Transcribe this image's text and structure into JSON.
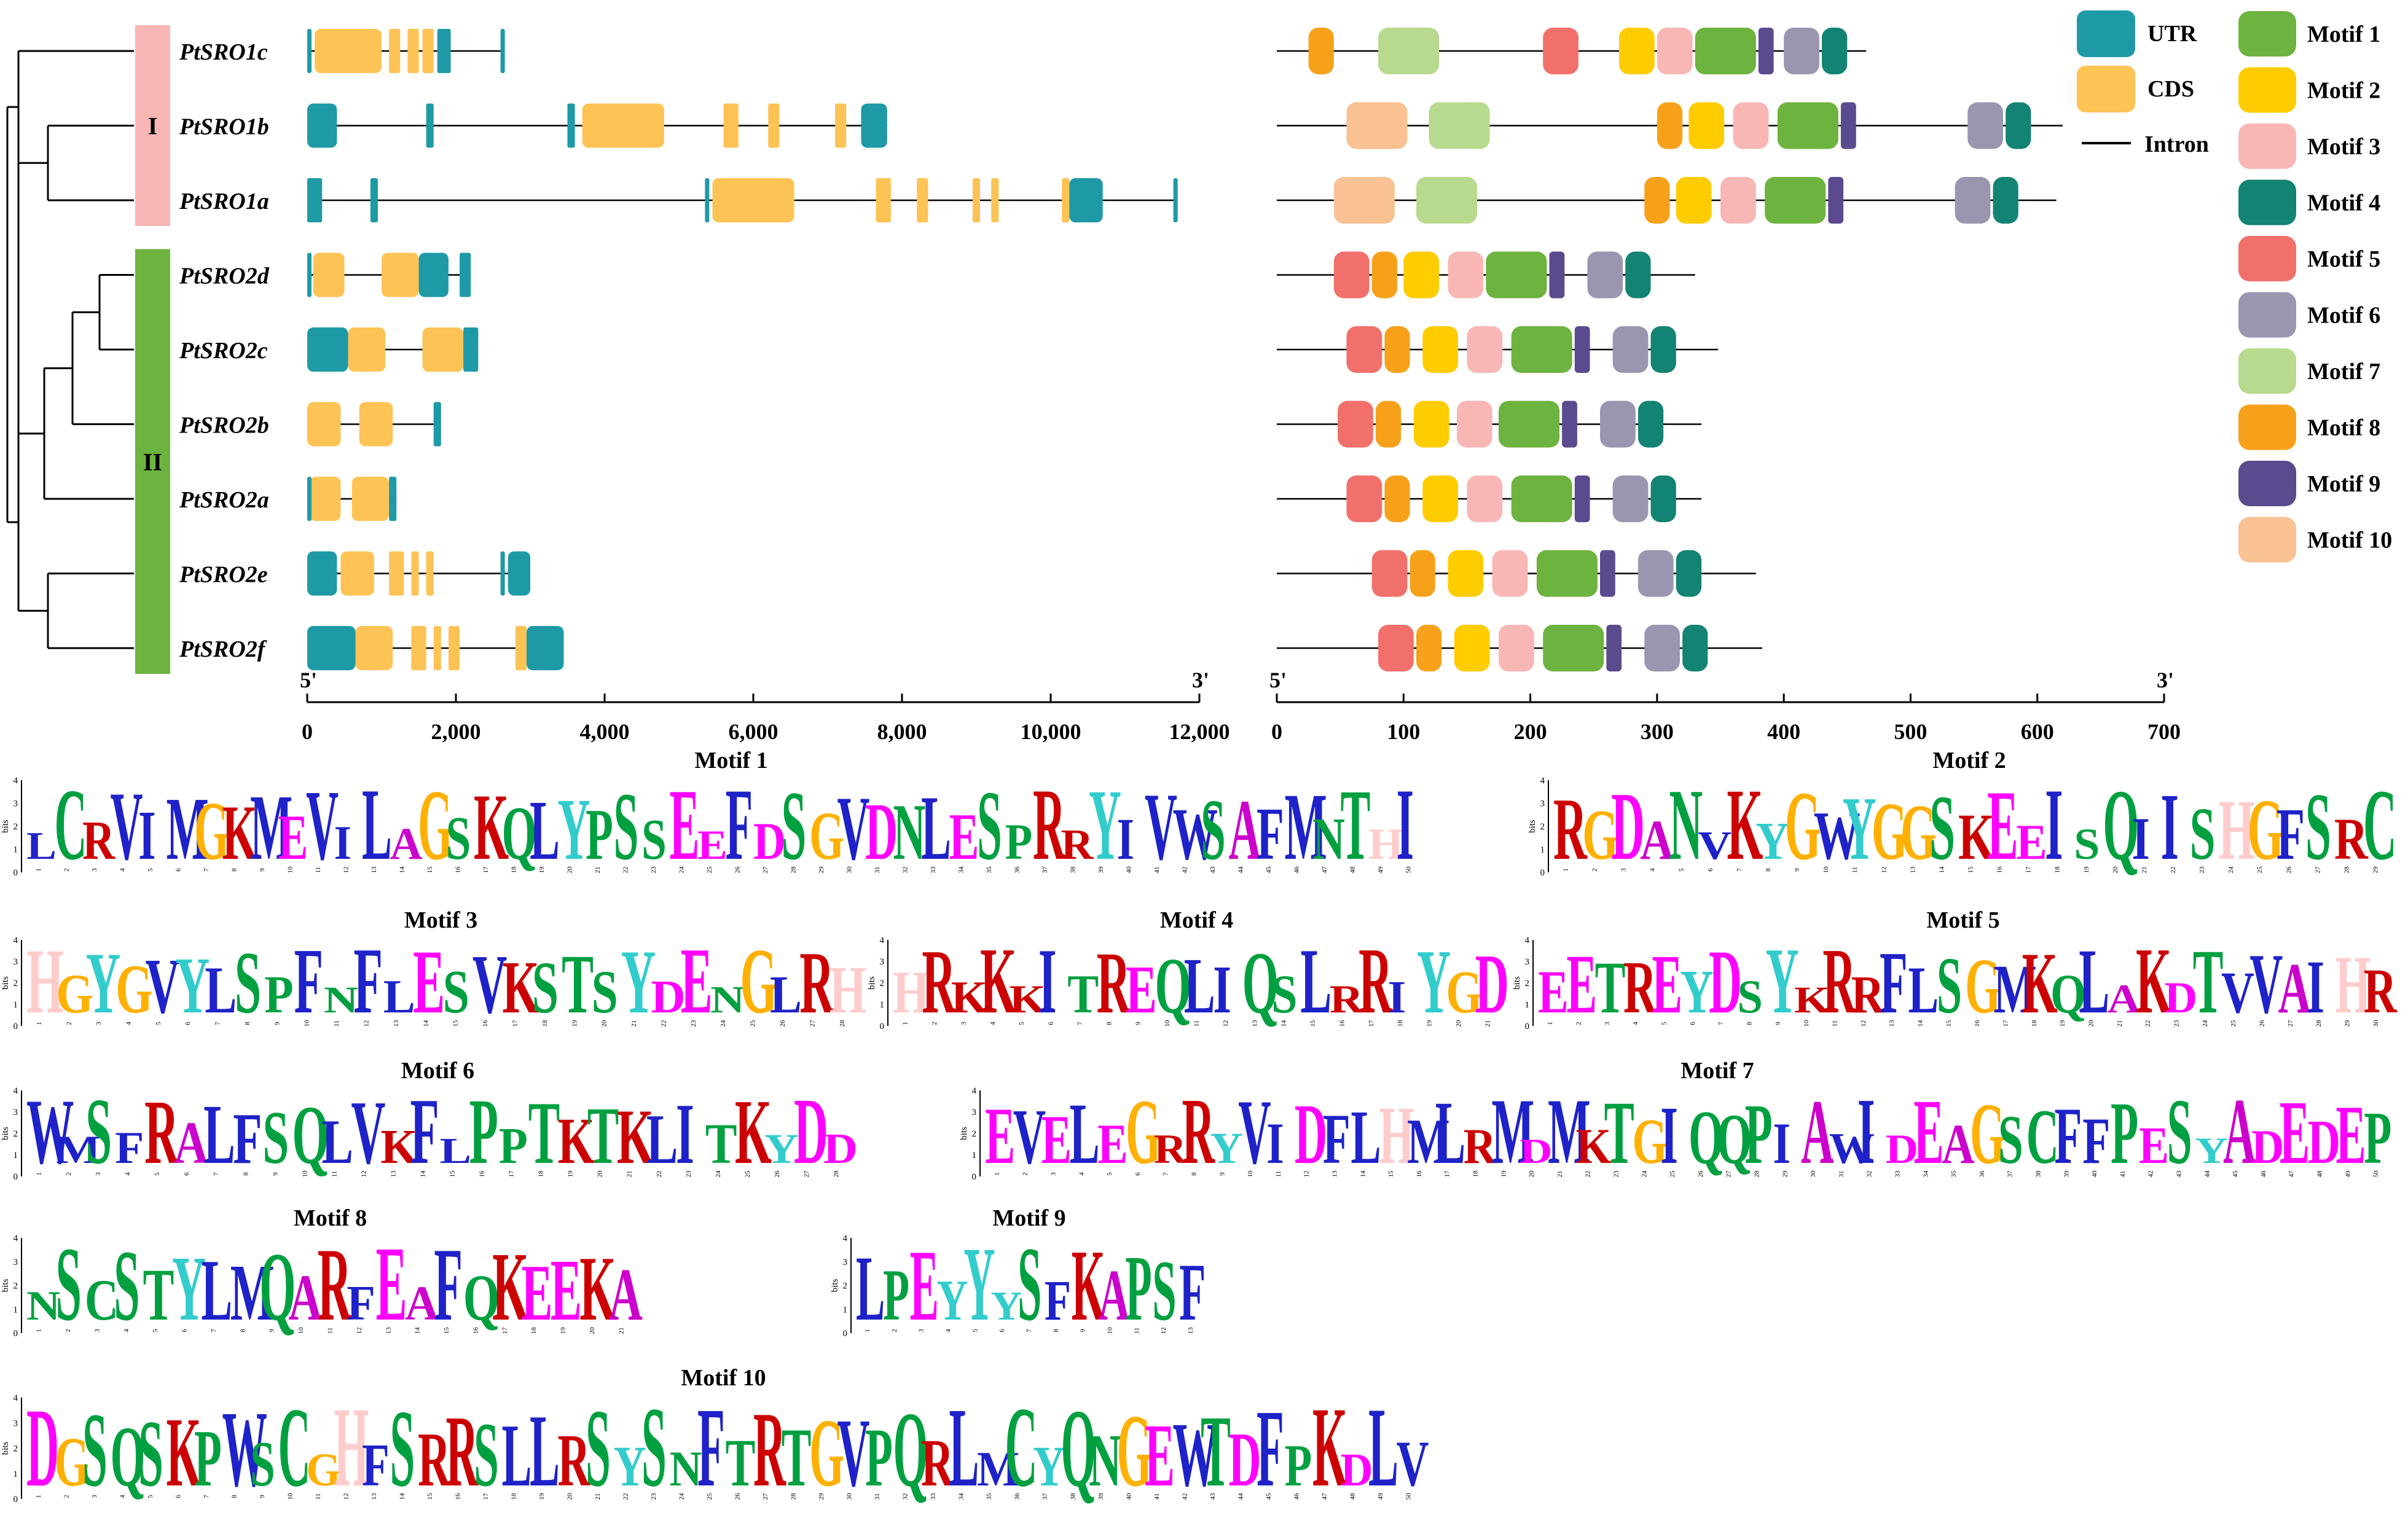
{
  "genes": [
    "PtSRO1c",
    "PtSRO1b",
    "PtSRO1a",
    "PtSRO2d",
    "PtSRO2c",
    "PtSRO2b",
    "PtSRO2a",
    "PtSRO2e",
    "PtSRO2f"
  ],
  "groups": [
    {
      "label": "I",
      "color": "#F8B7B5",
      "first": 0,
      "last": 2
    },
    {
      "label": "II",
      "color": "#6DB33F",
      "first": 3,
      "last": 8
    }
  ],
  "gene_structure": {
    "axis": {
      "left": "5'",
      "right": "3'",
      "ticks": [
        0,
        2000,
        4000,
        6000,
        8000,
        10000,
        12000
      ],
      "tick_labels": [
        "0",
        "2,000",
        "4,000",
        "6,000",
        "8,000",
        "10,000",
        "12,000"
      ],
      "max": 12000
    },
    "genes": [
      {
        "len": 2650,
        "utr": [
          [
            0,
            40
          ],
          [
            1750,
            1930
          ],
          [
            2600,
            2650
          ]
        ],
        "cds": [
          [
            100,
            1000
          ],
          [
            1100,
            1250
          ],
          [
            1350,
            1500
          ],
          [
            1550,
            1700
          ]
        ]
      },
      {
        "len": 7800,
        "utr": [
          [
            0,
            400
          ],
          [
            1600,
            1700
          ],
          [
            3500,
            3600
          ],
          [
            7450,
            7800
          ]
        ],
        "cds": [
          [
            3700,
            4800
          ],
          [
            5600,
            5800
          ],
          [
            6200,
            6350
          ],
          [
            7100,
            7250
          ]
        ]
      },
      {
        "len": 11700,
        "utr": [
          [
            0,
            200
          ],
          [
            850,
            950
          ],
          [
            5350,
            5400
          ],
          [
            10250,
            10700
          ],
          [
            11650,
            11700
          ]
        ],
        "cds": [
          [
            5450,
            6550
          ],
          [
            7650,
            7850
          ],
          [
            8200,
            8350
          ],
          [
            8950,
            9050
          ],
          [
            9200,
            9300
          ],
          [
            10150,
            10250
          ]
        ]
      },
      {
        "len": 2200,
        "utr": [
          [
            0,
            50
          ],
          [
            1500,
            1900
          ],
          [
            2050,
            2200
          ]
        ],
        "cds": [
          [
            80,
            500
          ],
          [
            1000,
            1500
          ]
        ]
      },
      {
        "len": 2300,
        "utr": [
          [
            0,
            550
          ],
          [
            2100,
            2300
          ]
        ],
        "cds": [
          [
            550,
            1050
          ],
          [
            1550,
            2100
          ]
        ]
      },
      {
        "len": 1800,
        "utr": [
          [
            1700,
            1800
          ]
        ],
        "cds": [
          [
            0,
            450
          ],
          [
            700,
            1150
          ]
        ]
      },
      {
        "len": 1200,
        "utr": [
          [
            0,
            30
          ],
          [
            1100,
            1200
          ]
        ],
        "cds": [
          [
            30,
            450
          ],
          [
            600,
            1100
          ]
        ]
      },
      {
        "len": 3000,
        "utr": [
          [
            0,
            400
          ],
          [
            2600,
            2650
          ],
          [
            2700,
            3000
          ]
        ],
        "cds": [
          [
            450,
            900
          ],
          [
            1100,
            1300
          ],
          [
            1400,
            1500
          ],
          [
            1600,
            1700
          ]
        ]
      },
      {
        "len": 3450,
        "utr": [
          [
            0,
            650
          ],
          [
            2950,
            3450
          ]
        ],
        "cds": [
          [
            650,
            1150
          ],
          [
            1400,
            1600
          ],
          [
            1700,
            1800
          ],
          [
            1900,
            2050
          ],
          [
            2800,
            2950
          ]
        ]
      }
    ]
  },
  "motif_structure": {
    "axis": {
      "left": "5'",
      "right": "3'",
      "ticks": [
        0,
        100,
        200,
        300,
        400,
        500,
        600,
        700
      ],
      "tick_labels": [
        "0",
        "100",
        "200",
        "300",
        "400",
        "500",
        "600",
        "700"
      ],
      "max": 700
    },
    "genes": [
      {
        "len": 465,
        "motifs": [
          [
            8,
            25
          ],
          [
            7,
            80
          ],
          [
            5,
            210
          ],
          [
            2,
            270
          ],
          [
            3,
            300
          ],
          [
            1,
            330
          ],
          [
            9,
            380
          ],
          [
            6,
            400
          ],
          [
            4,
            430
          ]
        ]
      },
      {
        "len": 620,
        "motifs": [
          [
            10,
            55
          ],
          [
            7,
            120
          ],
          [
            8,
            300
          ],
          [
            2,
            325
          ],
          [
            3,
            360
          ],
          [
            1,
            395
          ],
          [
            9,
            445
          ],
          [
            6,
            545
          ],
          [
            4,
            575
          ]
        ]
      },
      {
        "len": 615,
        "motifs": [
          [
            10,
            45
          ],
          [
            7,
            110
          ],
          [
            8,
            290
          ],
          [
            2,
            315
          ],
          [
            3,
            350
          ],
          [
            1,
            385
          ],
          [
            9,
            435
          ],
          [
            6,
            535
          ],
          [
            4,
            565
          ]
        ]
      },
      {
        "len": 330,
        "motifs": [
          [
            5,
            45
          ],
          [
            8,
            75
          ],
          [
            2,
            100
          ],
          [
            3,
            135
          ],
          [
            1,
            165
          ],
          [
            9,
            215
          ],
          [
            6,
            245
          ],
          [
            4,
            275
          ]
        ]
      },
      {
        "len": 348,
        "motifs": [
          [
            5,
            55
          ],
          [
            8,
            85
          ],
          [
            2,
            115
          ],
          [
            3,
            150
          ],
          [
            1,
            185
          ],
          [
            9,
            235
          ],
          [
            6,
            265
          ],
          [
            4,
            295
          ]
        ]
      },
      {
        "len": 335,
        "motifs": [
          [
            5,
            48
          ],
          [
            8,
            78
          ],
          [
            2,
            108
          ],
          [
            3,
            142
          ],
          [
            1,
            175
          ],
          [
            9,
            225
          ],
          [
            6,
            255
          ],
          [
            4,
            285
          ]
        ]
      },
      {
        "len": 335,
        "motifs": [
          [
            5,
            55
          ],
          [
            8,
            85
          ],
          [
            2,
            115
          ],
          [
            3,
            150
          ],
          [
            1,
            185
          ],
          [
            9,
            235
          ],
          [
            6,
            265
          ],
          [
            4,
            295
          ]
        ]
      },
      {
        "len": 378,
        "motifs": [
          [
            5,
            75
          ],
          [
            8,
            105
          ],
          [
            2,
            135
          ],
          [
            3,
            170
          ],
          [
            1,
            205
          ],
          [
            9,
            255
          ],
          [
            6,
            285
          ],
          [
            4,
            315
          ]
        ]
      },
      {
        "len": 383,
        "motifs": [
          [
            5,
            80
          ],
          [
            8,
            110
          ],
          [
            2,
            140
          ],
          [
            3,
            175
          ],
          [
            1,
            210
          ],
          [
            9,
            260
          ],
          [
            6,
            290
          ],
          [
            4,
            320
          ]
        ]
      }
    ]
  },
  "legend_structure": [
    {
      "label": "UTR",
      "color": "#1E9AA6"
    },
    {
      "label": "CDS",
      "color": "#FEC355"
    },
    {
      "label": "Intron",
      "color": "#000000"
    }
  ],
  "legend_motifs": [
    {
      "label": "Motif 1",
      "color": "#6DB33F"
    },
    {
      "label": "Motif 2",
      "color": "#FFCC00"
    },
    {
      "label": "Motif 3",
      "color": "#F8B7B5"
    },
    {
      "label": "Motif 4",
      "color": "#138373"
    },
    {
      "label": "Motif 5",
      "color": "#F2706B"
    },
    {
      "label": "Motif 6",
      "color": "#9B96B0"
    },
    {
      "label": "Motif 7",
      "color": "#B7DA8E"
    },
    {
      "label": "Motif 8",
      "color": "#F7A11B"
    },
    {
      "label": "Motif 9",
      "color": "#5B4A8E"
    },
    {
      "label": "Motif 10",
      "color": "#FAC192"
    }
  ],
  "logos": [
    {
      "title": "Motif 1",
      "seq": "LCRVIMGKMEVILAGSKQLYPSSEEFDSGVDNLESPRRYIVWSAFMNTHI"
    },
    {
      "title": "Motif 2",
      "seq": "RGDANVKYGWYGGSKEEISQIISHGFSRC"
    },
    {
      "title": "Motif 3",
      "seq": "HGYGVYLSPFNFLESVKSTSYDENGLRH"
    },
    {
      "title": "Motif 4",
      "seq": "HRKKKITREQLIQSLRRIYGD"
    },
    {
      "title": "Motif 5",
      "seq": "EETREYDSYKRRFLSGMKQLAKDTVVAIHR"
    },
    {
      "title": "Motif 6",
      "seq": "WMSFRALFSQLVKFLPPTKTKLITKYDD"
    },
    {
      "title": "Motif 7",
      "seq": "EVELEGRRYVIDFLHMLRMDMKTGIQQPIAWIDEAGSCFFPESYADEDEP"
    },
    {
      "title": "Motif 8",
      "seq": "NSCSTYLMQARFEAFQKEEKA"
    },
    {
      "title": "Motif 9",
      "seq": "LPEYYYSFKAPSF"
    },
    {
      "title": "Motif 10",
      "seq": "DGSQSKPWSCGHFSRRSLLRSYSNFTRTGVPQRLMCYQNGEWTDFPKDLV"
    }
  ],
  "logo_axis": {
    "ylabel": "bits",
    "ticks": [
      "0",
      "1",
      "2",
      "3",
      "4"
    ]
  }
}
